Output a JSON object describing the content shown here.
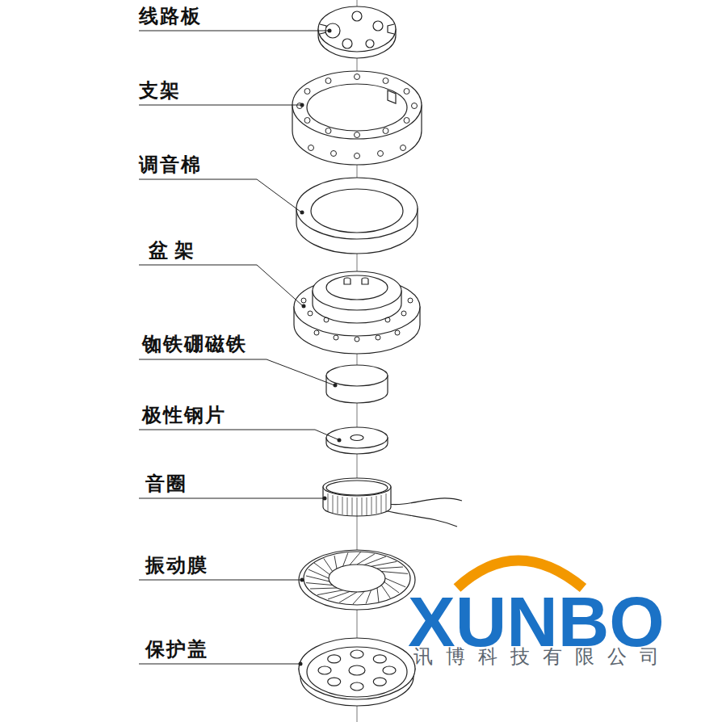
{
  "diagram": {
    "labels": [
      "线路板",
      "支架",
      "调音棉",
      "盆架",
      "铷铁硼磁铁",
      "极性钢片",
      "音圈",
      "振动膜",
      "保护盖",
      "XUNBO",
      "讯博科技有限公司"
    ]
  }
}
